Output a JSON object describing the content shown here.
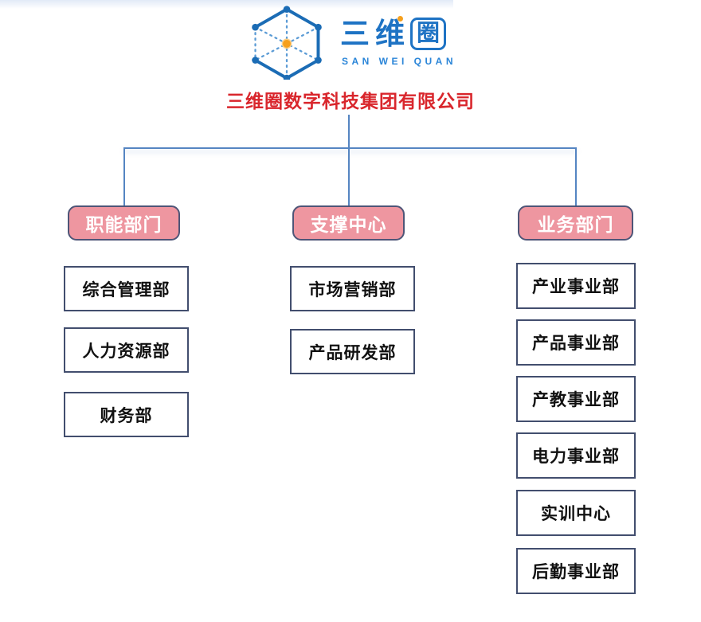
{
  "logo": {
    "icon": "cube-wireframe-icon",
    "chars": [
      "三",
      "维",
      "圈"
    ],
    "subtitle": "SAN WEI QUAN"
  },
  "company": {
    "title": "三维圈数字科技集团有限公司"
  },
  "colors": {
    "logo_blue": "#1e73c4",
    "logo_line_dark": "#1b6cb5",
    "logo_line_dashed": "#5b9bd5",
    "logo_orange": "#f6a01d",
    "title_red": "#d9262c",
    "connector_blue": "#5585c2",
    "header_fill_pink": "#ee96a0",
    "header_border": "#4e5577",
    "header_text": "#ffffff",
    "box_border": "#424e6e",
    "box_text": "#111111"
  },
  "org": {
    "branches": [
      {
        "label": "职能部门",
        "children": [
          "综合管理部",
          "人力资源部",
          "财务部"
        ]
      },
      {
        "label": "支撑中心",
        "children": [
          "市场营销部",
          "产品研发部"
        ]
      },
      {
        "label": "业务部门",
        "children": [
          "产业事业部",
          "产品事业部",
          "产教事业部",
          "电力事业部",
          "实训中心",
          "后勤事业部"
        ]
      }
    ]
  }
}
